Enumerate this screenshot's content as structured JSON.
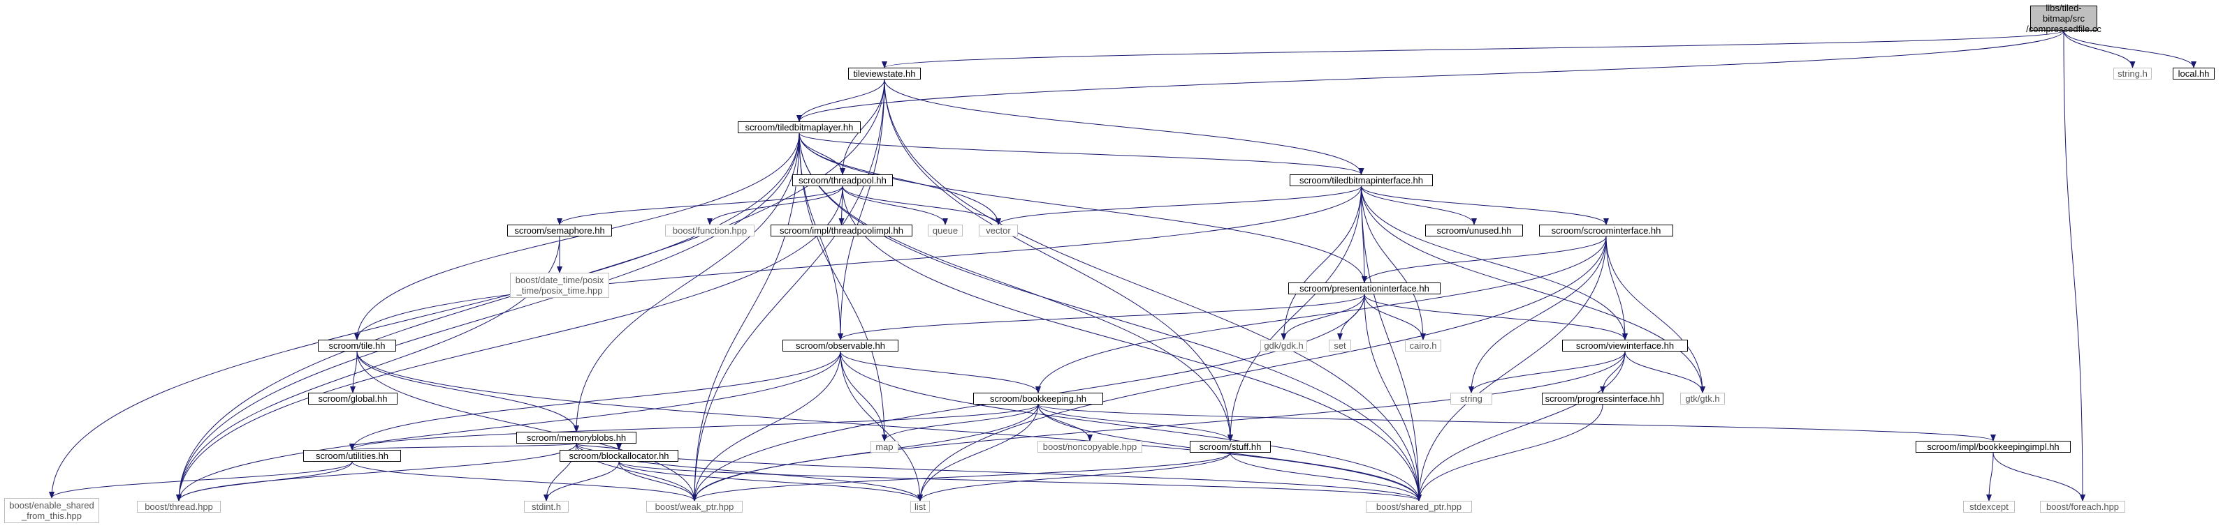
{
  "colors": {
    "edge": "#191970",
    "node_border": "#000000",
    "ext_border": "#bfbfbf",
    "root_fill": "#bfbfbf",
    "ext_text": "#555555"
  },
  "nodes": {
    "root": "libs/tiled-bitmap/src\n/compressedfile.cc",
    "tileviewstate": "tileviewstate.hh",
    "string_h": "string.h",
    "local_hh": "local.hh",
    "tiledbitmaplayer": "scroom/tiledbitmaplayer.hh",
    "threadpool": "scroom/threadpool.hh",
    "tiledbitmapinterface": "scroom/tiledbitmapinterface.hh",
    "semaphore": "scroom/semaphore.hh",
    "boost_function": "boost/function.hpp",
    "threadpoolimpl": "scroom/impl/threadpoolimpl.hh",
    "queue": "queue",
    "vector": "vector",
    "unused": "scroom/unused.hh",
    "scroominterface": "scroom/scroominterface.hh",
    "posix_time": "boost/date_time/posix\n_time/posix_time.hpp",
    "presentationinterface": "scroom/presentationinterface.hh",
    "tile": "scroom/tile.hh",
    "observable": "scroom/observable.hh",
    "gdk": "gdk/gdk.h",
    "set": "set",
    "cairo": "cairo.h",
    "viewinterface": "scroom/viewinterface.hh",
    "global": "scroom/global.hh",
    "memoryblobs": "scroom/memoryblobs.hh",
    "bookkeeping": "scroom/bookkeeping.hh",
    "string": "string",
    "progressinterface": "scroom/progressinterface.hh",
    "gtk": "gtk/gtk.h",
    "map": "map",
    "noncopyable": "boost/noncopyable.hpp",
    "utilities": "scroom/utilities.hh",
    "blockallocator": "scroom/blockallocator.hh",
    "stuff": "scroom/stuff.hh",
    "bookkeepingimpl": "scroom/impl/bookkeepingimpl.hh",
    "enable_shared": "boost/enable_shared\n_from_this.hpp",
    "boost_thread": "boost/thread.hpp",
    "stdint": "stdint.h",
    "weak_ptr": "boost/weak_ptr.hpp",
    "list": "list",
    "shared_ptr": "boost/shared_ptr.hpp",
    "stdexcept": "stdexcept",
    "foreach": "boost/foreach.hpp"
  }
}
